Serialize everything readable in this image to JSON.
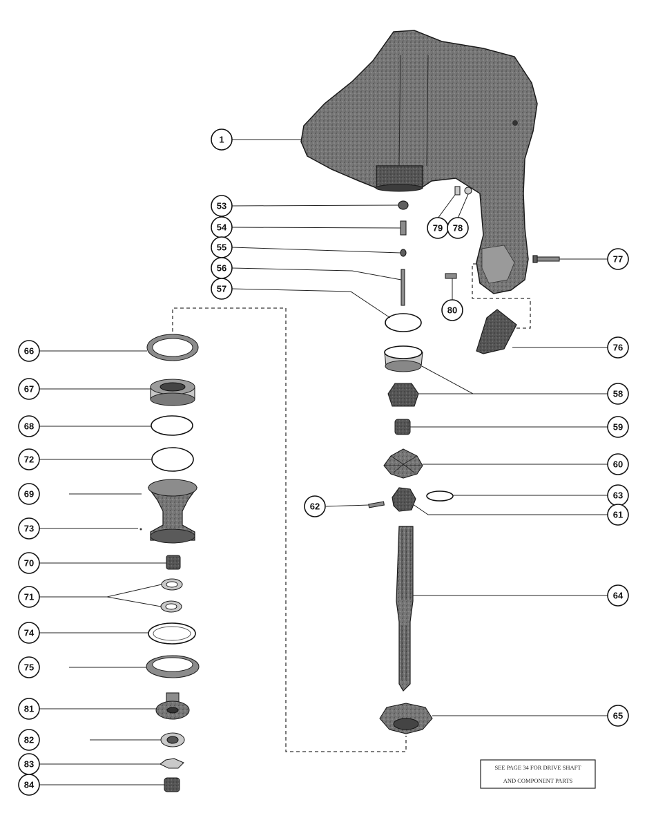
{
  "callouts": [
    {
      "id": "1",
      "label": "1"
    },
    {
      "id": "53",
      "label": "53"
    },
    {
      "id": "54",
      "label": "54"
    },
    {
      "id": "55",
      "label": "55"
    },
    {
      "id": "56",
      "label": "56"
    },
    {
      "id": "57",
      "label": "57"
    },
    {
      "id": "79",
      "label": "79"
    },
    {
      "id": "78",
      "label": "78"
    },
    {
      "id": "77",
      "label": "77"
    },
    {
      "id": "80",
      "label": "80"
    },
    {
      "id": "76",
      "label": "76"
    },
    {
      "id": "66",
      "label": "66"
    },
    {
      "id": "67",
      "label": "67"
    },
    {
      "id": "68",
      "label": "68"
    },
    {
      "id": "72",
      "label": "72"
    },
    {
      "id": "69",
      "label": "69"
    },
    {
      "id": "73",
      "label": "73"
    },
    {
      "id": "70",
      "label": "70"
    },
    {
      "id": "71",
      "label": "71"
    },
    {
      "id": "74",
      "label": "74"
    },
    {
      "id": "75",
      "label": "75"
    },
    {
      "id": "81",
      "label": "81"
    },
    {
      "id": "82",
      "label": "82"
    },
    {
      "id": "83",
      "label": "83"
    },
    {
      "id": "84",
      "label": "84"
    },
    {
      "id": "58",
      "label": "58"
    },
    {
      "id": "59",
      "label": "59"
    },
    {
      "id": "60",
      "label": "60"
    },
    {
      "id": "62",
      "label": "62"
    },
    {
      "id": "63",
      "label": "63"
    },
    {
      "id": "61",
      "label": "61"
    },
    {
      "id": "64",
      "label": "64"
    },
    {
      "id": "65",
      "label": "65"
    }
  ],
  "note": {
    "line1": "SEE PAGE 34 FOR DRIVE SHAFT",
    "line2": "AND COMPONENT PARTS"
  }
}
